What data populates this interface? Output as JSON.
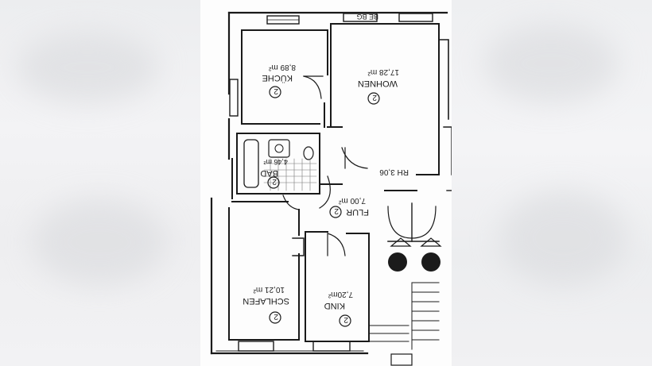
{
  "plan": {
    "rooms": [
      {
        "id": "wohnen",
        "name": "WOHNEN",
        "area": "17,28 m²",
        "number": "2"
      },
      {
        "id": "kueche",
        "name": "KÜCHE",
        "area": "8,89 m²",
        "number": "2"
      },
      {
        "id": "bad",
        "name": "BAD",
        "area": "4,46 m²",
        "number": "2"
      },
      {
        "id": "flur",
        "name": "FLUR",
        "area": "7,00 m²",
        "number": "2"
      },
      {
        "id": "schlafen",
        "name": "SCHLAFEN",
        "area": "10,21 m²",
        "number": "2"
      },
      {
        "id": "kind",
        "name": "KIND",
        "area": "7,20m²",
        "number": "2"
      }
    ],
    "annotations": {
      "room_height": "RH 3,06",
      "be_bg": "BE BG"
    }
  }
}
